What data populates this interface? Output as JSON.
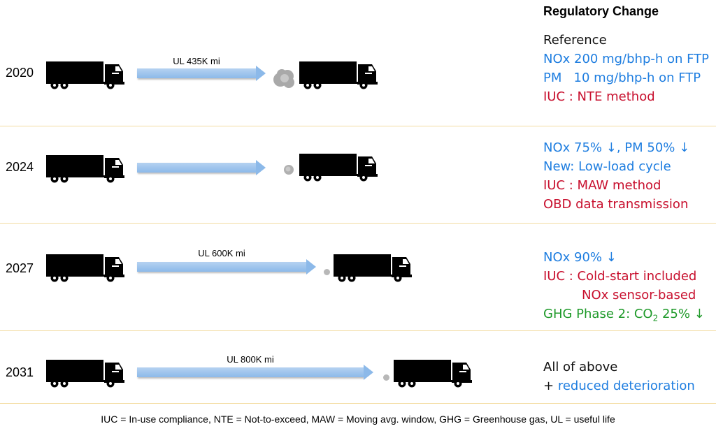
{
  "header": {
    "title": "Regulatory Change"
  },
  "rows": [
    {
      "year": "2020",
      "ul_label": "UL 435K mi",
      "changes": [
        {
          "text": "Reference",
          "color": "black"
        },
        {
          "text": "NOx 200 mg/bhp-h on FTP",
          "color": "blue"
        },
        {
          "text": "PM   10 mg/bhp-h on FTP",
          "color": "blue"
        },
        {
          "text": "IUC : NTE method",
          "color": "red"
        }
      ]
    },
    {
      "year": "2024",
      "ul_label": "",
      "changes": [
        {
          "text": "NOx 75% ↓, PM 50% ↓",
          "color": "blue"
        },
        {
          "text": "New: Low-load cycle",
          "color": "blue"
        },
        {
          "text": "IUC : MAW method",
          "color": "red"
        },
        {
          "text": "OBD data transmission",
          "color": "red"
        }
      ]
    },
    {
      "year": "2027",
      "ul_label": "UL 600K mi",
      "changes": [
        {
          "text": "NOx 90% ↓",
          "color": "blue"
        },
        {
          "text": "IUC : Cold-start included",
          "color": "red"
        },
        {
          "text": "NOx sensor-based",
          "color": "red"
        },
        {
          "text": "GHG Phase 2: CO",
          "sub": "2",
          "after": " 25% ↓",
          "color": "green"
        }
      ]
    },
    {
      "year": "2031",
      "ul_label": "UL 800K mi",
      "changes": [
        {
          "text": "All of above",
          "color": "black"
        },
        {
          "text": "+ ",
          "after_colored": "reduced deterioration",
          "color": "black",
          "after_color": "blue"
        }
      ]
    }
  ],
  "footnote": "IUC = In-use compliance, NTE = Not-to-exceed, MAW = Moving avg. window, GHG = Greenhouse gas, UL = useful life",
  "colors": {
    "blue": "#1f7ee0",
    "red": "#c8102e",
    "green": "#1f9a2a",
    "arrow": "#8cb9e9",
    "divider": "#f3dca2"
  },
  "icons": [
    "truck-icon",
    "smoke-icon",
    "arrow-icon"
  ]
}
